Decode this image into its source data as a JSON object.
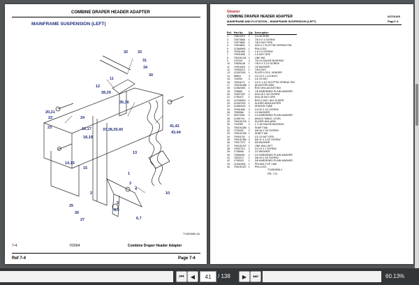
{
  "left_page": {
    "header": "COMBINE DRAPER HEADER ADAPTER",
    "section_title": "MAINFRAME SUSPENSION (LEFT)",
    "figure_id": "71451966-1A",
    "footer": {
      "page": "7-4",
      "date": "7/2004",
      "title": "Combine Draper Header Adapter"
    },
    "ref": {
      "left": "Ref  7-4",
      "right": "Page  7-4"
    },
    "callouts": [
      "32",
      "33",
      "31",
      "34",
      "30",
      "11",
      "12",
      "28,29",
      "35,36",
      "20,21",
      "22",
      "37,38,39,40",
      "23",
      "24",
      "16,17",
      "18,19",
      "41,42",
      "43,44",
      "13",
      "14,15",
      "15",
      "3",
      "4",
      "2",
      "10",
      "6,7",
      "1",
      "5",
      "8,9",
      "25",
      "26",
      "27"
    ]
  },
  "right_page": {
    "brand": "Gleaner",
    "header": "COMBINE DRAPER HEADER ADAPTER",
    "section": "MAINFRAME AND FLOTATION – MAINFRAME SUSPENSION (LEFT)",
    "doc_number": "03710165",
    "page_label": "Page7-4",
    "columns": [
      "Ref.",
      "Part No.",
      "Qty",
      "Description"
    ],
    "rows": [
      [
        "1",
        "70813219",
        "1",
        "1/4-28 ZERK"
      ],
      [
        "2",
        "70573686",
        "1",
        "7/8-9 X 3 SCREW"
      ],
      [
        "3",
        "70573684",
        "1",
        "7/8-9 NUT GR5"
      ],
      [
        "4",
        "70918691",
        "2",
        "3/16 X 1 SLOTTED SPRING PIN"
      ],
      [
        "5",
        "113489W1",
        "1",
        "PIN-LOCK"
      ],
      [
        "6",
        "70931895",
        "1",
        "1-8 X 6 SCREW"
      ],
      [
        "7",
        "70931896",
        "1",
        "1-8 NUT GR5"
      ],
      [
        "8",
        "790151341",
        "1",
        "LINK WA"
      ],
      [
        "9",
        "YS2241",
        "4",
        "7/8-14 GAUGE BUSHING"
      ],
      [
        "10",
        "70826148",
        "1",
        "7/8-9 X 3-1/2 SCREW"
      ],
      [
        "11",
        "70919426",
        "1",
        "7/8 WASHER"
      ],
      [
        "12",
        "70935213",
        "1",
        "7/8-9 NUT"
      ],
      [
        "13",
        "113457W1",
        "1",
        "PLATE-LOCK, HEADER"
      ],
      [
        "14",
        "59816",
        "4",
        "1/2-13 X 1-1/4 BOLT"
      ],
      [
        "15",
        "704254",
        "4",
        "1/2-13 NUT"
      ],
      [
        "16",
        "70916171",
        "1",
        "1/4 X 1-1/2 SLOTTED SPRING PIN"
      ],
      [
        "17",
        "790151968",
        "1",
        "ADJUSTER ASM"
      ],
      [
        "18",
        "113823W1",
        "1",
        "ROD W/A-ADJUSTING"
      ],
      [
        "19",
        "705665",
        "1",
        "7/8 HARDENED PLAIN WASHER"
      ],
      [
        "20",
        "70937332",
        "1",
        "5/16-18 X 3/4 SCREW"
      ],
      [
        "21",
        "1750471",
        "1",
        "5/16-18 NUT GR5"
      ],
      [
        "22",
        "113765W1",
        "1",
        "ROD-LOCK, ADJ SLIDER"
      ],
      [
        "23",
        "113457W1",
        "1",
        "SLIDER W/ADJUSTER"
      ],
      [
        "24",
        "113651W1",
        "2",
        "SPACER-TUBE"
      ],
      [
        "25",
        "70931896",
        "2",
        "1/4-20 X 1/2 SCREW"
      ],
      [
        "26",
        "7050566",
        "2",
        "1/4 WASHER"
      ],
      [
        "27",
        "35379391",
        "2",
        "1/4 HARDENED PLAIN WASHER"
      ],
      [
        "28",
        "11382741",
        "1",
        "ANGLE-TABLE, LEVEL"
      ],
      [
        "29",
        "790151376",
        "1",
        "SLIDER W/A-ARM"
      ],
      [
        "30",
        "YS2285",
        "2",
        "1 X 18 GAUGE BUSHING"
      ],
      [
        "31",
        "790151380",
        "1",
        "SHAFT WA"
      ],
      [
        "32",
        "7709432",
        "2",
        "3/8-16 X 3/4 SCREW"
      ],
      [
        "33",
        "790151395",
        "1",
        "SHAFT WA"
      ],
      [
        "34",
        "70916742",
        "1",
        "1/2-13 NUT GR5"
      ],
      [
        "35",
        "790151380",
        "2",
        "5/8-11 X 3-1/2 SCREW"
      ],
      [
        "36",
        "70917373",
        "2",
        "5/8 WASHER"
      ],
      [
        "37",
        "790151347",
        "1",
        "LINK W/A-LEFT"
      ],
      [
        "38",
        "70937214",
        "1",
        "1/2-13 X 1 SCREW"
      ],
      [
        "39",
        "1755846",
        "2",
        "1/2 WASHER"
      ],
      [
        "40",
        "70556491",
        "1",
        "1/2 HARDENED PLAIN WASHER"
      ],
      [
        "41",
        "7833374",
        "1",
        "3/8-16 X 3/4 SCREW"
      ],
      [
        "42",
        "1755323",
        "1",
        "3/8 HARDENED PLAIN WASHER"
      ],
      [
        "43",
        "113043W1",
        "1",
        "PIN W/A-TOP, LINK"
      ],
      [
        "44",
        "790151337",
        "1",
        "PIN-LOCK"
      ]
    ],
    "figure_ref": "71451966-1",
    "fig_label": "PR: 7-8"
  },
  "toolbar": {
    "current_page": "41",
    "page_total": "/ 138",
    "zoom": "60.13%"
  }
}
